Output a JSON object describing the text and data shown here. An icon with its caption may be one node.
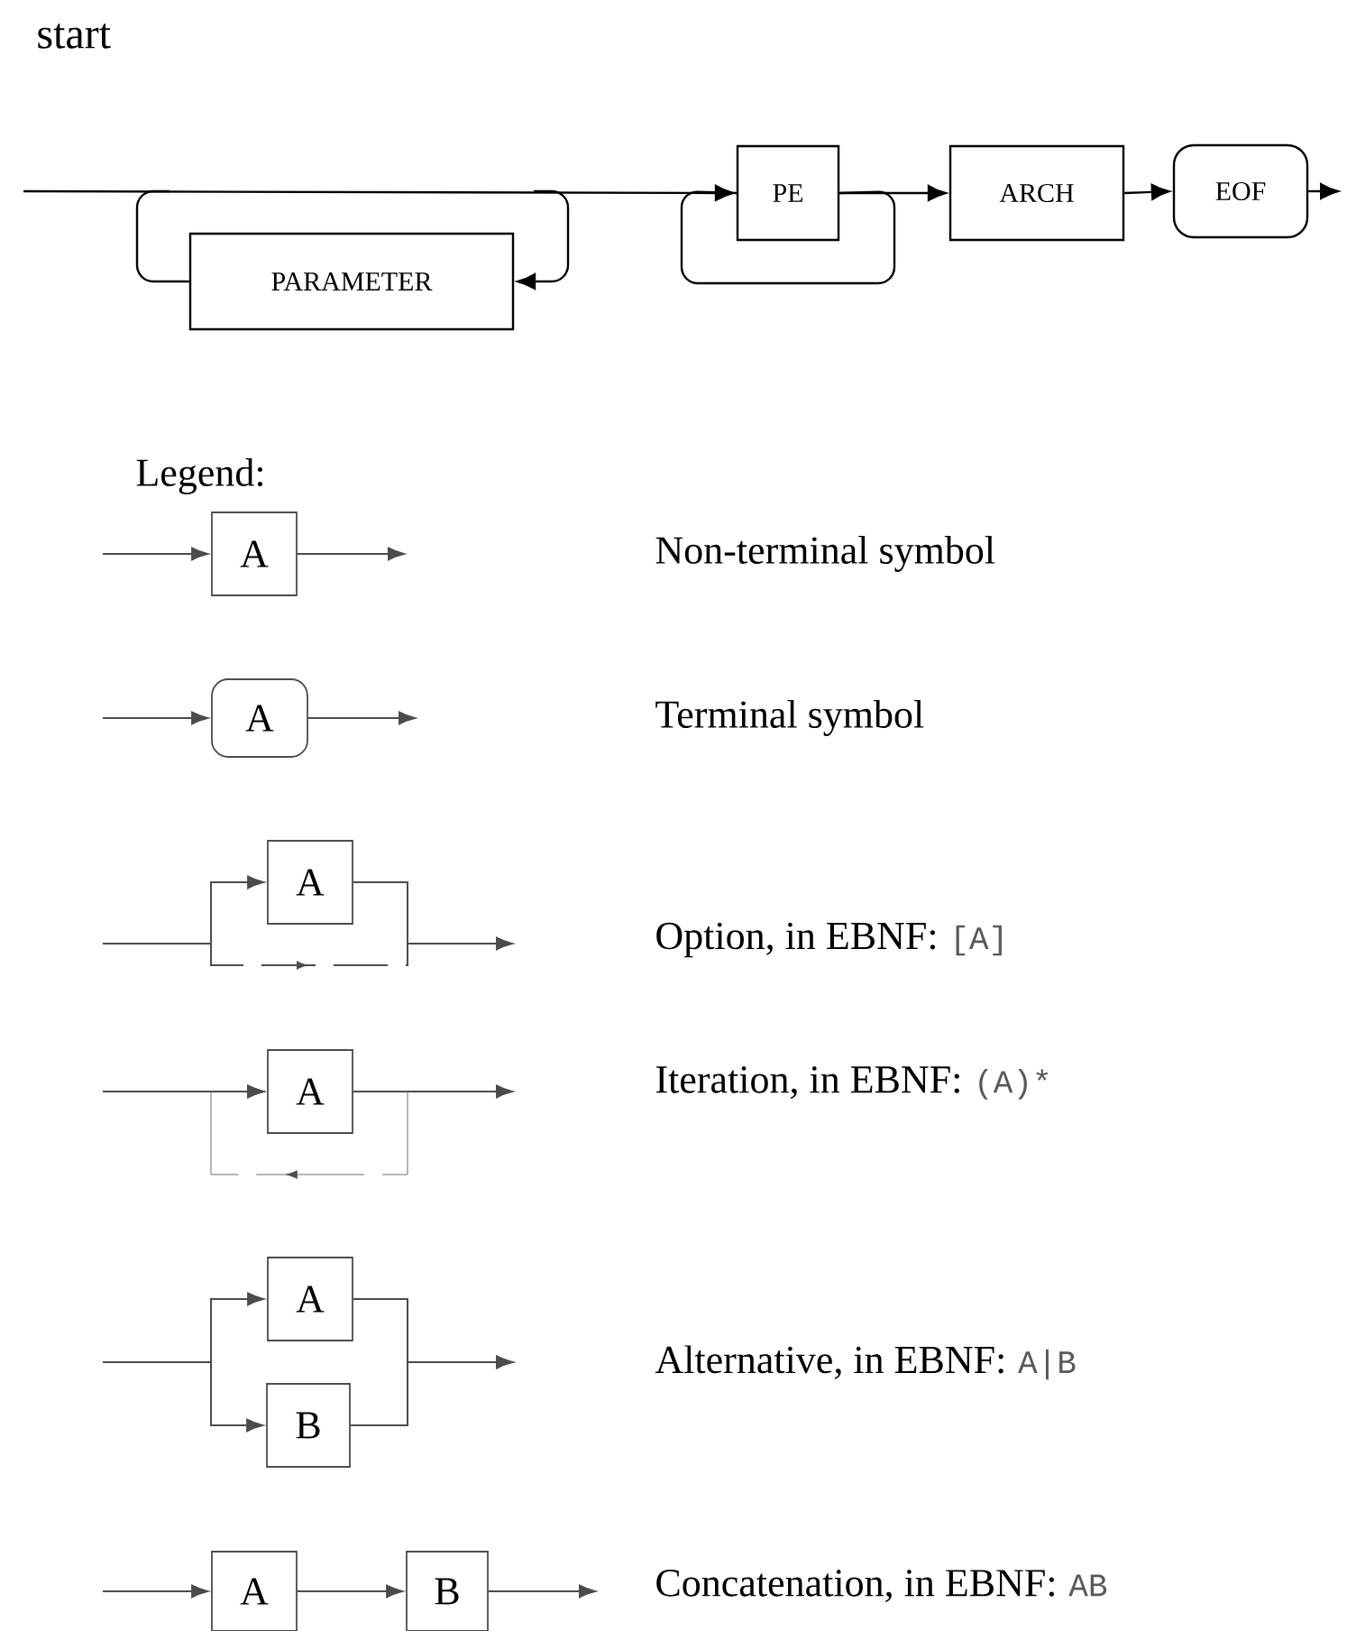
{
  "diagram": {
    "title": "start",
    "nodes": [
      {
        "text": [
          "PARAMETER"
        ]
      },
      {
        "text": [
          "PE"
        ]
      },
      {
        "text": [
          "ARCH"
        ]
      },
      {
        "text": [
          "EOF"
        ]
      },
      {
        "text": [
          "A"
        ]
      },
      {
        "text": [
          "A"
        ]
      },
      {
        "text": [
          "A"
        ]
      },
      {
        "text": [
          "A"
        ]
      },
      {
        "text": [
          "A"
        ]
      },
      {
        "text": [
          "B"
        ]
      },
      {
        "text": [
          "A"
        ]
      },
      {
        "text": [
          "B"
        ]
      }
    ],
    "edges": [
      {
        "from": null,
        "to": 1,
        "arrow": "to"
      },
      {
        "from": null,
        "to": 0,
        "arrow": "to"
      },
      {
        "from": 0,
        "to": null,
        "arrow": "none"
      },
      {
        "from": 1,
        "to": 1,
        "arrow": "none"
      },
      {
        "from": 1,
        "to": 2,
        "arrow": "to"
      },
      {
        "from": 2,
        "to": 3,
        "arrow": "to"
      },
      {
        "from": 3,
        "to": null,
        "arrow": "to"
      },
      {
        "from": null,
        "to": 4,
        "arrow": "to"
      },
      {
        "from": 4,
        "to": null,
        "arrow": "to"
      },
      {
        "from": null,
        "to": 5,
        "arrow": "to"
      },
      {
        "from": 5,
        "to": null,
        "arrow": "to"
      },
      {
        "from": null,
        "to": 6,
        "arrow": "to"
      },
      {
        "from": 6,
        "to": null,
        "arrow": "to"
      },
      {
        "from": null,
        "to": 7,
        "arrow": "to"
      },
      {
        "from": 7,
        "to": null,
        "arrow": "to"
      },
      {
        "from": 7,
        "to": 7,
        "arrow": "to",
        "style": "dashed"
      },
      {
        "from": null,
        "to": 8,
        "arrow": "to"
      },
      {
        "from": null,
        "to": 9,
        "arrow": "to"
      },
      {
        "from": 8,
        "to": null,
        "arrow": "to"
      },
      {
        "from": 9,
        "to": null,
        "arrow": "to"
      },
      {
        "from": null,
        "to": 10,
        "arrow": "to"
      },
      {
        "from": 10,
        "to": 11,
        "arrow": "to"
      },
      {
        "from": 11,
        "to": null,
        "arrow": "to"
      }
    ],
    "labels": [
      "Legend:",
      "Non-terminal symbol",
      "Terminal symbol",
      "Option, in EBNF:",
      "[A]",
      "Iteration, in EBNF:",
      "(A)*",
      "Alternative, in EBNF:",
      "A|B",
      "Concatenation, in EBNF:",
      "AB"
    ]
  }
}
